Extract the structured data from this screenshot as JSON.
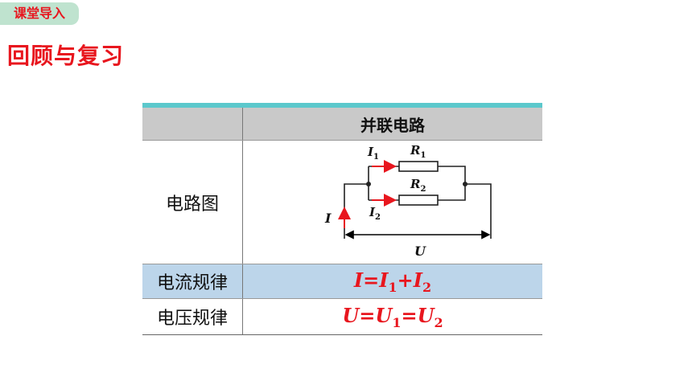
{
  "header": {
    "tag": "课堂导入",
    "title": "回顾与复习"
  },
  "table": {
    "column_header": "并联电路",
    "rows": [
      {
        "label": "电路图"
      },
      {
        "label": "电流规律",
        "formula": {
          "lhs": "I",
          "t1": "I",
          "s1": "1",
          "op": "+",
          "t2": "I",
          "s2": "2"
        }
      },
      {
        "label": "电压规律",
        "formula": {
          "lhs": "U",
          "t1": "U",
          "s1": "1",
          "op": "=",
          "t2": "U",
          "s2": "2"
        }
      }
    ]
  },
  "circuit": {
    "branch1_current": "I",
    "branch1_sub": "1",
    "branch2_current": "I",
    "branch2_sub": "2",
    "r1": "R",
    "r1_sub": "1",
    "r2": "R",
    "r2_sub": "2",
    "total_current": "I",
    "voltage": "U",
    "arrow_color": "#e8161e"
  },
  "colors": {
    "accent": "#e8161e",
    "header_bar": "#5bc8cc",
    "tag_bg": "#bfe3cf",
    "highlight_row": "#bcd5ea"
  }
}
